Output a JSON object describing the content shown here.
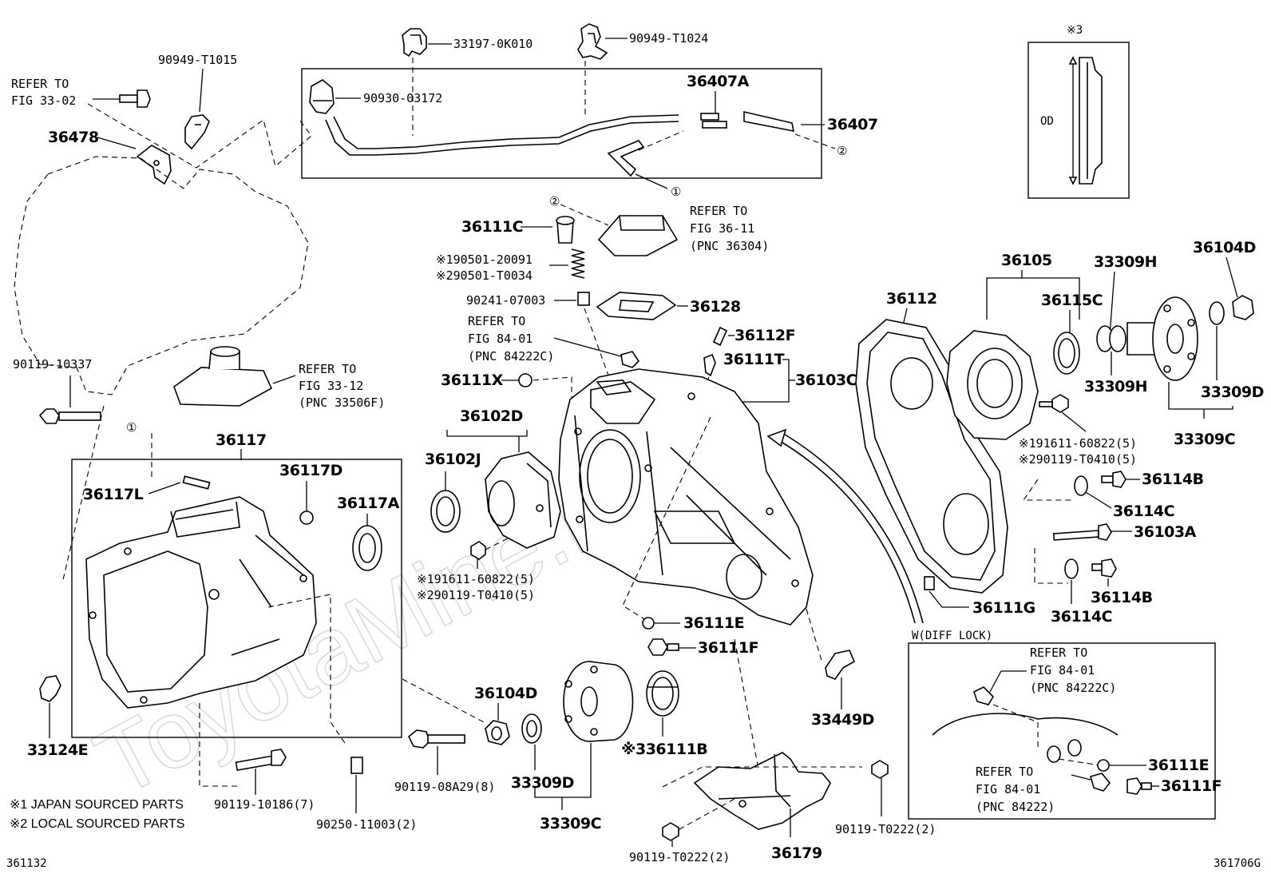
{
  "watermark": "ToyotaMine.ru",
  "labels": {
    "p33197_0K010": "33197-0K010",
    "p90949_T1024": "90949-T1024",
    "p90949_T1015": "90949-T1015",
    "refer_to_1": "REFER TO",
    "fig_33_02": "FIG 33-02",
    "p90930_03172": "90930-03172",
    "p36407A": "36407A",
    "p36407": "36407",
    "p36478": "36478",
    "circ2_a": "②",
    "circ1_a": "①",
    "circ2_b": "②",
    "circ1_b": "①",
    "refer_to_2": "REFER TO",
    "fig_36_11": "FIG 36-11",
    "pnc_36304": "(PNC 36304)",
    "p36111C": "36111C",
    "x1_190501_20091": "※190501-20091",
    "x2_290501_T0034": "※290501-T0034",
    "p90241_07003": "90241-07003",
    "p36128": "36128",
    "refer_to_3": "REFER TO",
    "fig_84_01_a": "FIG 84-01",
    "pnc_84222C_a": "(PNC 84222C)",
    "p36112F": "36112F",
    "p36111T": "36111T",
    "p36103C": "36103C",
    "p36111X": "36111X",
    "p90119_10337": "90119-10337",
    "refer_to_4": "REFER TO",
    "fig_33_12": "FIG 33-12",
    "pnc_33506F": "(PNC 33506F)",
    "p36117": "36117",
    "p36117D": "36117D",
    "p36117L": "36117L",
    "p36117A": "36117A",
    "p36102D": "36102D",
    "p36102J": "36102J",
    "x1_191611_60822_a": "※191611-60822(5)",
    "x2_290119_T0410_a": "※290119-T0410(5)",
    "p36111E_a": "36111E",
    "p36111F_a": "36111F",
    "p36104D_a": "36104D",
    "p33309D_a": "33309D",
    "p33309C_a": "33309C",
    "p36111B": "※336111B",
    "p90119_08A29": "90119-08A29(8)",
    "p90119_10186": "90119-10186(7)",
    "p90250_11003": "90250-11003(2)",
    "p33124E": "33124E",
    "note1": "※1 JAPAN SOURCED PARTS",
    "note2": "※2 LOCAL SOURCED PARTS",
    "fig_left_id": "361132",
    "fig_right_id": "361706G",
    "p33449D": "33449D",
    "p36179": "36179",
    "p90119_T0222_a": "90119-T0222(2)",
    "p90119_T0222_b": "90119-T0222(2)",
    "x3_mark": "※3",
    "od_label": "OD",
    "p36105": "36105",
    "p33309H_a": "33309H",
    "p36104D_b": "36104D",
    "p36112": "36112",
    "p36115C": "36115C",
    "p33309H_b": "33309H",
    "p33309D_b": "33309D",
    "p33309C_b": "33309C",
    "x1_191611_60822_b": "※191611-60822(5)",
    "x2_290119_T0410_b": "※290119-T0410(5)",
    "p36114B_a": "36114B",
    "p36114C_a": "36114C",
    "p36103A": "36103A",
    "p36114B_b": "36114B",
    "p36111G": "36111G",
    "p36114C_b": "36114C",
    "diff_lock": "W(DIFF LOCK)",
    "refer_to_5": "REFER TO",
    "fig_84_01_b": "FIG 84-01",
    "pnc_84222C_b": "(PNC 84222C)",
    "p36111E_b": "36111E",
    "refer_to_6": "REFER TO",
    "fig_84_01_c": "FIG 84-01",
    "pnc_84222": "(PNC 84222)",
    "p36111F_b": "36111F"
  }
}
